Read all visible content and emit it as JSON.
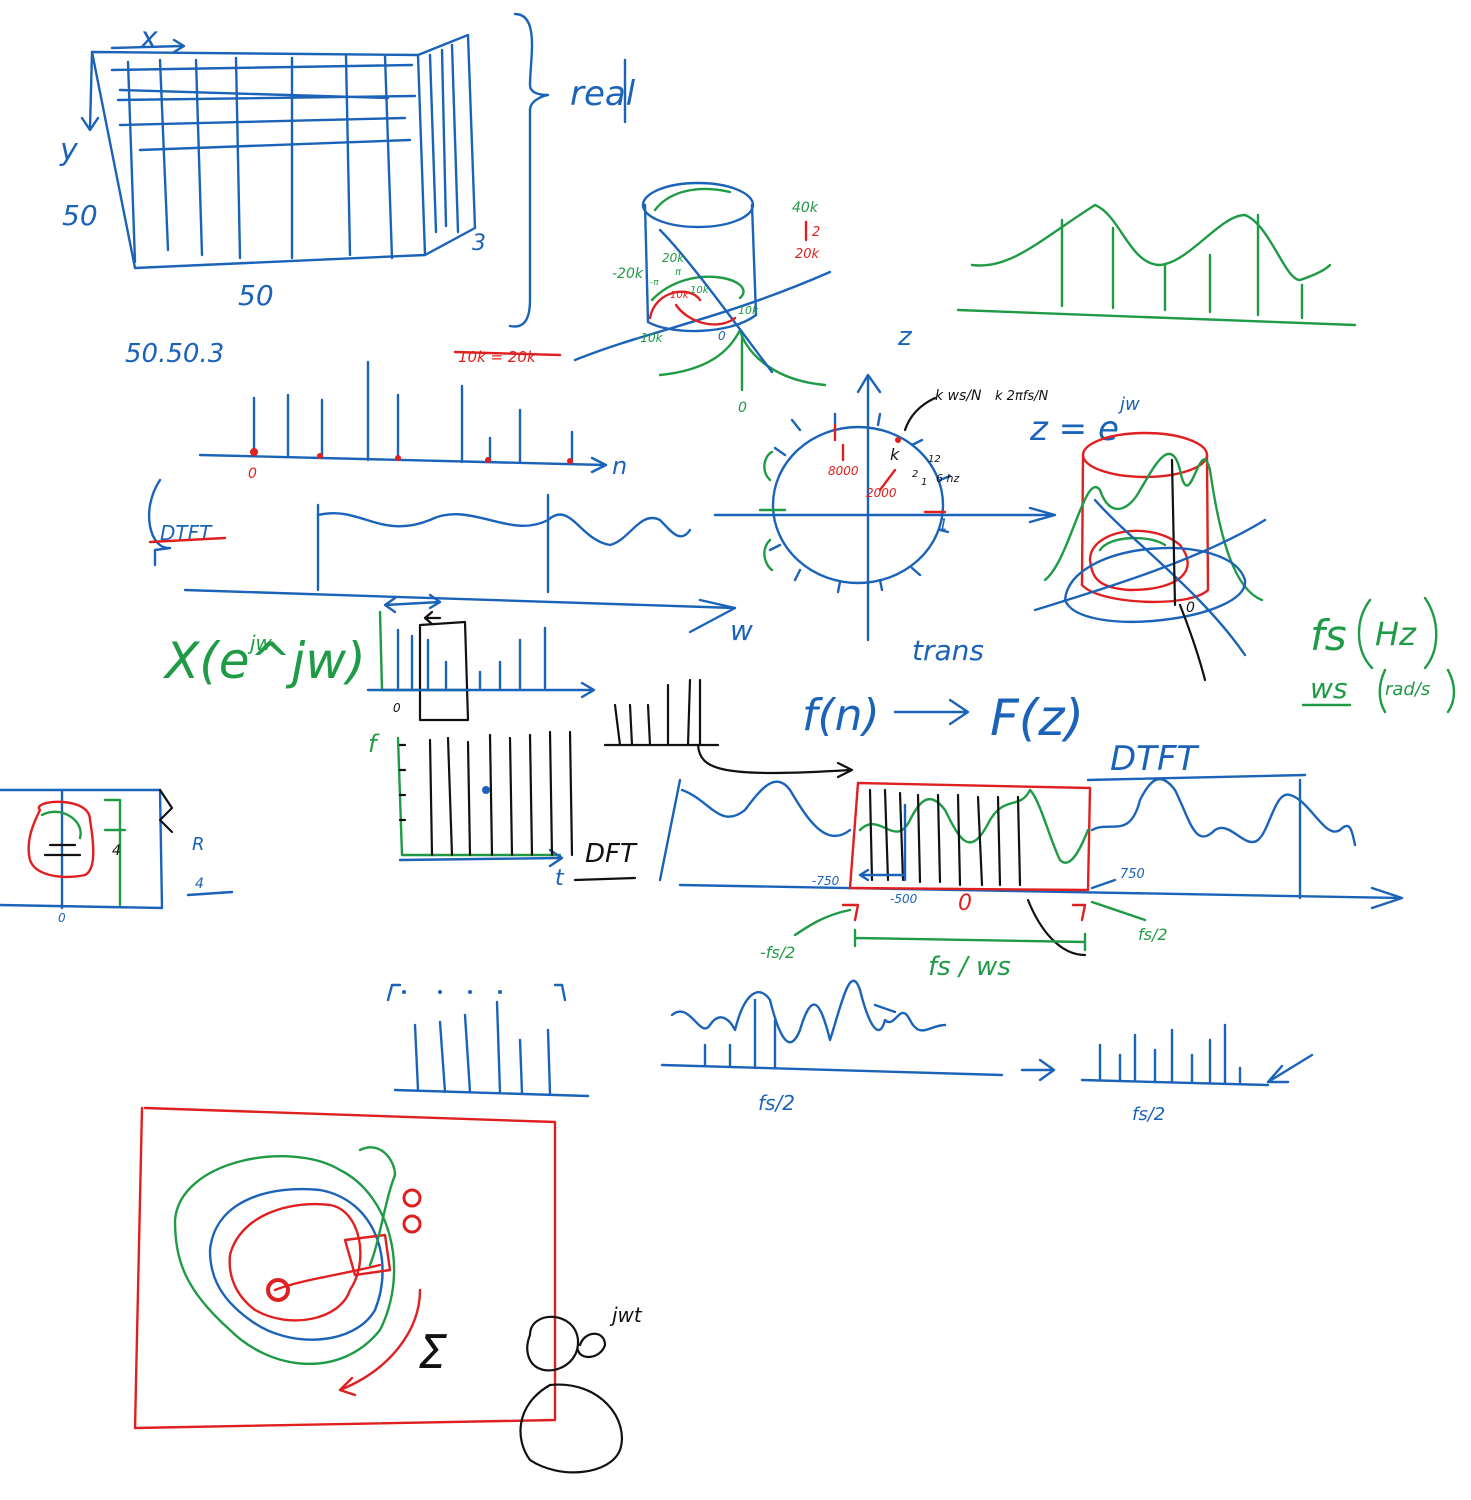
{
  "colors": {
    "blue": "#1b63b8",
    "green": "#1f9a45",
    "red": "#e02020",
    "black": "#111111",
    "background": "#ffffff"
  },
  "image_tensor": {
    "x_axis": "x",
    "y_axis": "y",
    "height": "50",
    "width": "50",
    "depth": "3",
    "shape": "50.50.3",
    "brace_note": "real"
  },
  "cylinder_sketch": {
    "top_freq": "40k",
    "divide": "2",
    "half_freq": "20k",
    "tick_pos_20k": "20k",
    "tick_neg_20k": "-20k",
    "tick_neg_10k": "-10k",
    "tick_pos_10k": "10k",
    "tick_10k_red": "10k",
    "tick_10k_mid": "10k",
    "tick_pi": "π",
    "tick_neg_pi": "-π",
    "origin": "0",
    "spectrum_zero": "0",
    "mapping_note": "10k = 20k"
  },
  "dtft_sketch": {
    "n_label": "n",
    "origin": "0",
    "dtft_label": "DTFT",
    "w_label": "w",
    "transform_label": "X(e^jw)",
    "jw": "jw"
  },
  "unit_circle": {
    "z_label": "z",
    "formula_k_ws": "k ws/N",
    "formula_k_2pi_fs": "k 2πfs/N",
    "z_equals": "z = e",
    "jw": "jw",
    "k_label": "k",
    "freq_8000": "8000",
    "freq_2000": "2000",
    "small_1": "1",
    "small_2": "2",
    "small_6hz": "6 hz",
    "small_12": "12",
    "one": "1",
    "trans": "trans"
  },
  "z_cylinder": {
    "origin": "0"
  },
  "sampling_units": {
    "fs": "fs",
    "hz": "Hz",
    "ws": "ws",
    "rad_s": "rad/s"
  },
  "z_transform": {
    "f_of_n": "f(n)",
    "f_of_z": "F(z)"
  },
  "dft_sketch": {
    "origin": "0",
    "t_label": "t",
    "dft_label": "DFT",
    "f_axis": "f"
  },
  "circuit": {
    "r_label": "R",
    "four_a": "4",
    "four_b": "4",
    "zero": "0"
  },
  "spectrum_row": {
    "dtft_label": "DTFT",
    "neg_750": "-750",
    "neg_500": "-500",
    "zero": "0",
    "pos_750": "750",
    "neg_fs_over_2": "-fs/2",
    "fs_over_2": "fs/2",
    "band_label": "fs / ws"
  },
  "half_band": {
    "left_label": "fs/2",
    "right_label": "fs/2"
  },
  "spiral_sketch": {
    "sigma": "Σ",
    "jwt": "jwt"
  }
}
